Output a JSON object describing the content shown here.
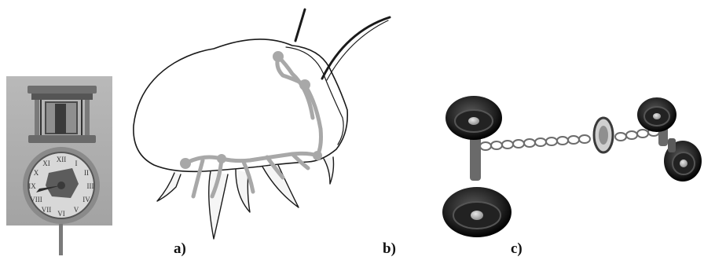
{
  "figure": {
    "panels": [
      {
        "label": "a)",
        "subject": "clock-illustration"
      },
      {
        "label": "b)",
        "subject": "insect-outline-with-joint-skeleton"
      },
      {
        "label": "c)",
        "subject": "wheels-joined-by-chain"
      }
    ],
    "colors": {
      "background": "#ffffff",
      "outline": "#1a1a1a",
      "skeleton": "#a8a8a8",
      "clock_frame": "#8c8c8c",
      "clock_dial": "#dcdcdc",
      "wheel_dark": "#2a2a2a",
      "wheel_hub": "#9a9a9a"
    }
  }
}
